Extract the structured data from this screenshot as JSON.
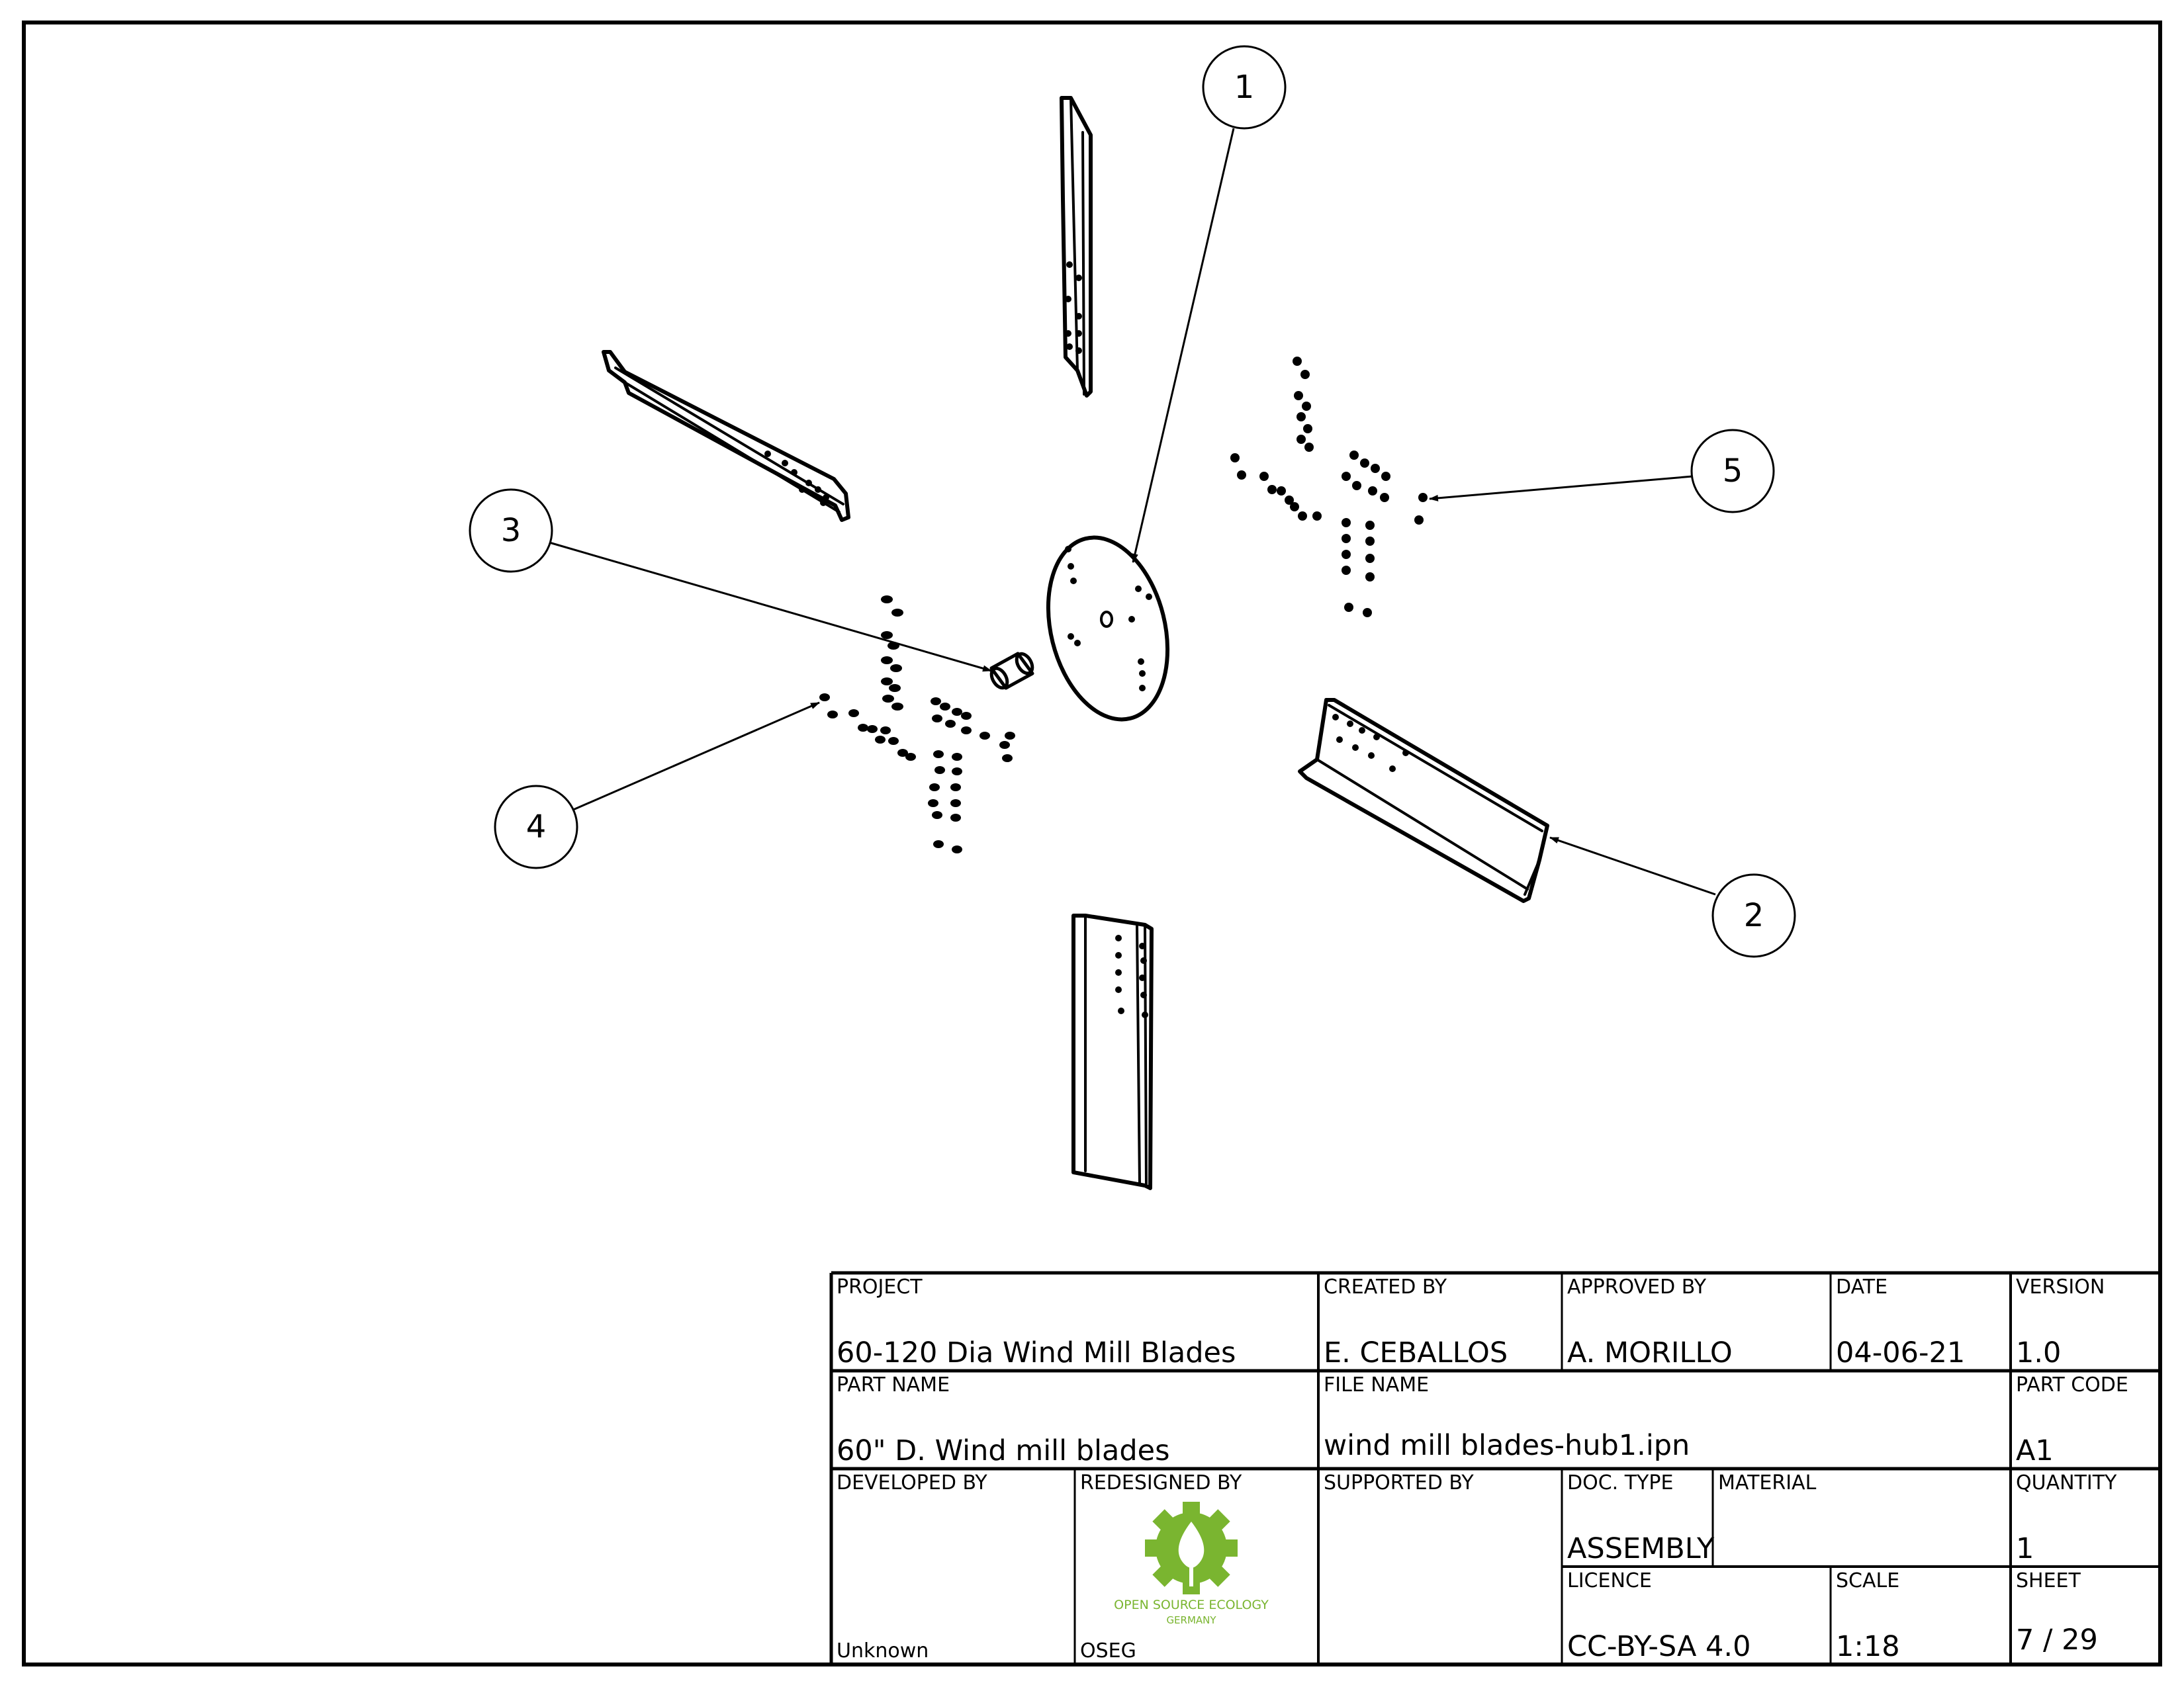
{
  "drawing": {
    "balloons": [
      "1",
      "2",
      "3",
      "4",
      "5"
    ]
  },
  "title_block": {
    "project": {
      "label": "PROJECT",
      "value": "60-120 Dia Wind Mill Blades"
    },
    "created_by": {
      "label": "CREATED BY",
      "value": "E. CEBALLOS"
    },
    "approved_by": {
      "label": "APPROVED BY",
      "value": "A. MORILLO"
    },
    "date": {
      "label": "DATE",
      "value": "04-06-21"
    },
    "version": {
      "label": "VERSION",
      "value": "1.0"
    },
    "part_name": {
      "label": "PART NAME",
      "value": "60\" D. Wind mill blades"
    },
    "file_name": {
      "label": "FILE NAME",
      "value": "wind mill blades-hub1.ipn"
    },
    "part_code": {
      "label": "PART CODE",
      "value": "A1"
    },
    "developed_by": {
      "label": "DEVELOPED BY",
      "value": "Unknown"
    },
    "redesigned_by": {
      "label": "REDESIGNED BY",
      "value": "OSEG"
    },
    "supported_by": {
      "label": "SUPPORTED BY",
      "value": ""
    },
    "doc_type": {
      "label": "DOC. TYPE",
      "value": "ASSEMBLY"
    },
    "material": {
      "label": "MATERIAL",
      "value": ""
    },
    "quantity": {
      "label": "QUANTITY",
      "value": "1"
    },
    "licence": {
      "label": "LICENCE",
      "value": "CC-BY-SA 4.0"
    },
    "scale": {
      "label": "SCALE",
      "value": "1:18"
    },
    "sheet": {
      "label": "SHEET",
      "value": "7 / 29"
    },
    "logo": {
      "line1": "OPEN SOURCE ECOLOGY",
      "line2": "GERMANY",
      "color": "#7ab530",
      "icon": "gear-leaf-icon"
    }
  }
}
